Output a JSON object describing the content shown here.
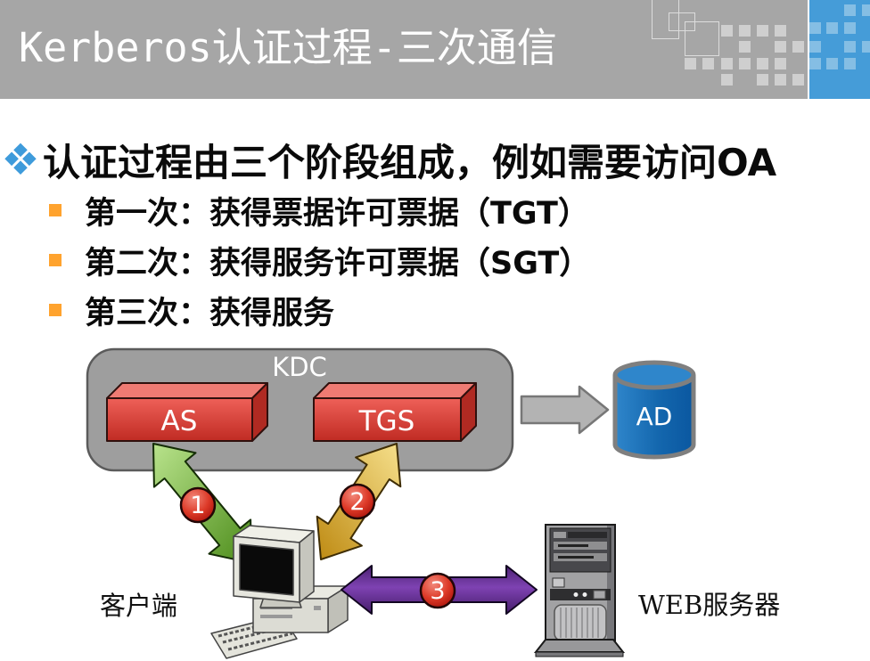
{
  "header": {
    "title": "Kerberos认证过程-三次通信"
  },
  "content": {
    "bullet": "认证过程由三个阶段组成，例如需要访问OA",
    "sub_bullets": [
      "第一次：获得票据许可票据（TGT）",
      "第二次：获得服务许可票据（SGT）",
      "第三次：获得服务"
    ]
  },
  "diagram": {
    "kdc": "KDC",
    "as": "AS",
    "tgs": "TGS",
    "ad": "AD",
    "client": "客户端",
    "web_server": "WEB服务器",
    "steps": [
      "1",
      "2",
      "3"
    ]
  },
  "colors": {
    "header_bg": "#A6A6A6",
    "accent_blue": "#459CD8",
    "bullet_diamond_blue": "#3E9BDB",
    "bullet_square_orange": "#FFA32E",
    "kdc_gray": "#9E9E9E",
    "service_box_red": "#D8423A",
    "ad_cylinder_blue": "#1467AE",
    "arrow_gray": "#B3B3B3",
    "arrow_green": "#6FAE33",
    "arrow_yellow": "#D8A725",
    "arrow_purple": "#6A2F9C",
    "badge_red": "#D02A1C"
  }
}
